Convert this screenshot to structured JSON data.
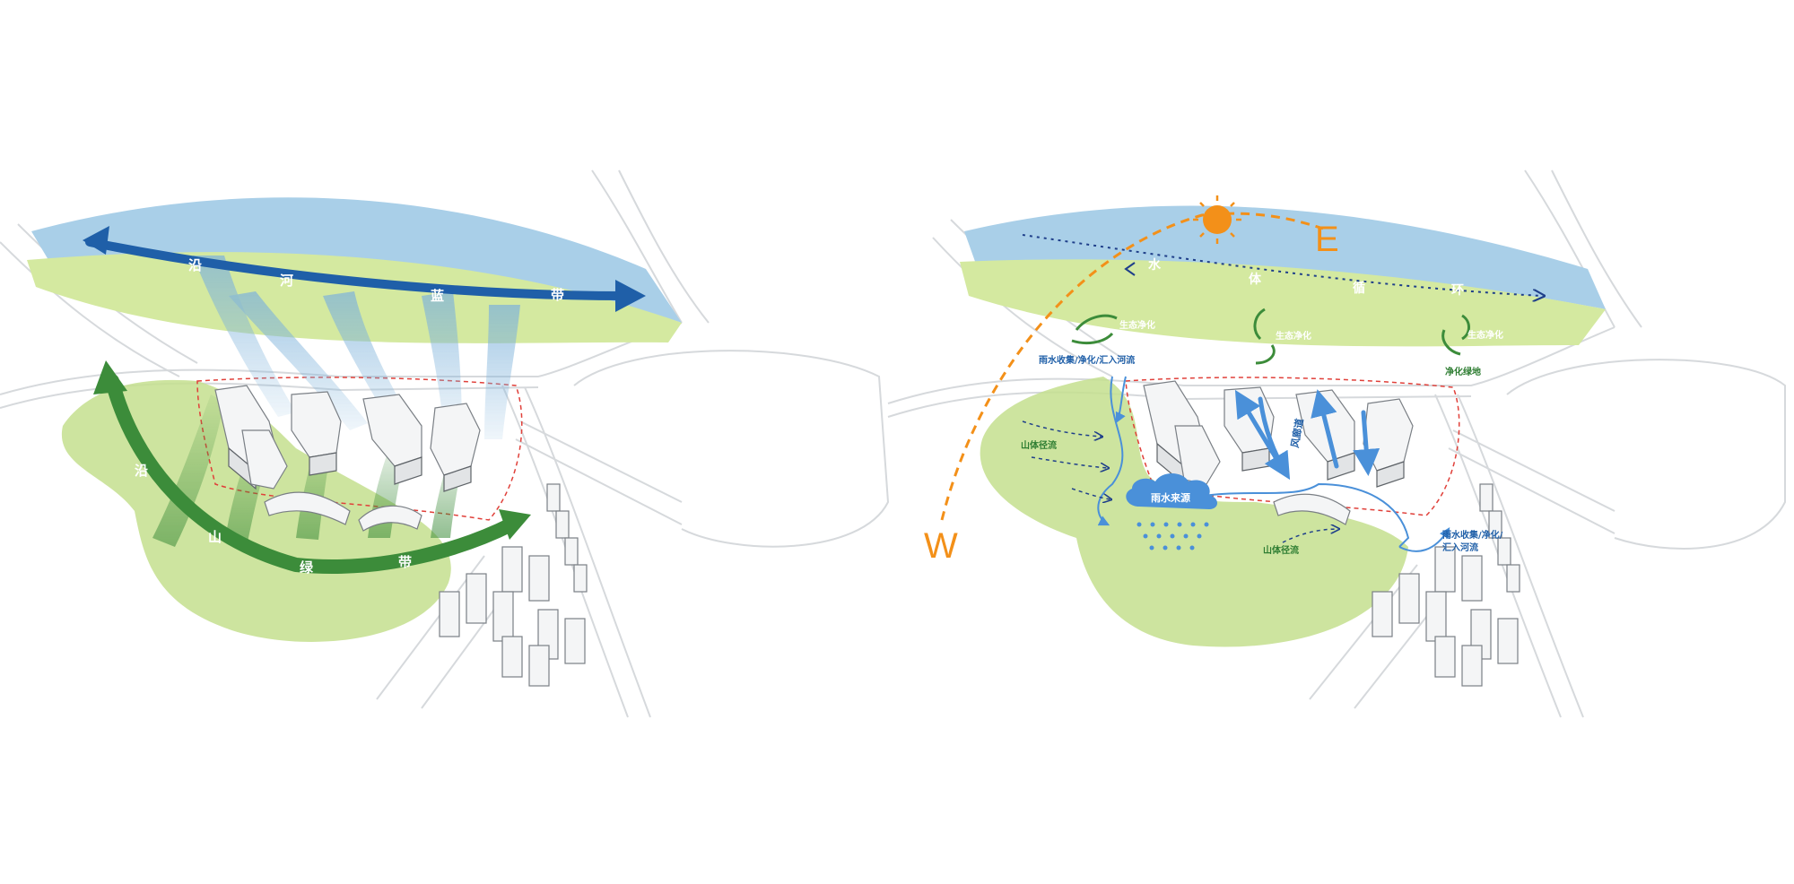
{
  "colors": {
    "river": "#a9cfe8",
    "greenbelt": "#d4e9a0",
    "hill": "#c4df8e",
    "blue_arrow": "#1f5fa8",
    "green_arrow": "#3c8c3a",
    "sun": "#f39019",
    "red_boundary": "#e0403a"
  },
  "left_diagram": {
    "river_band_label": [
      "沿",
      "河",
      "蓝",
      "带"
    ],
    "mountain_band_label": [
      "沿",
      "山",
      "绿",
      "带"
    ]
  },
  "right_diagram": {
    "compass_west": "W",
    "compass_east": "E",
    "water_cycle_label": [
      "水",
      "体",
      "循",
      "环"
    ],
    "eco_purify_1": "生态净化",
    "eco_purify_2": "生态净化",
    "eco_purify_3": "生态净化",
    "purify_green": "净化绿地",
    "rain_collect_1": "雨水收集/净化/汇入河流",
    "rain_collect_2_line1": "雨水收集/净化/",
    "rain_collect_2_line2": "汇入河流",
    "mountain_runoff_1": "山体径流",
    "mountain_runoff_2": "山体径流",
    "rain_source": "雨水来源",
    "ventilation": "风廊道"
  }
}
